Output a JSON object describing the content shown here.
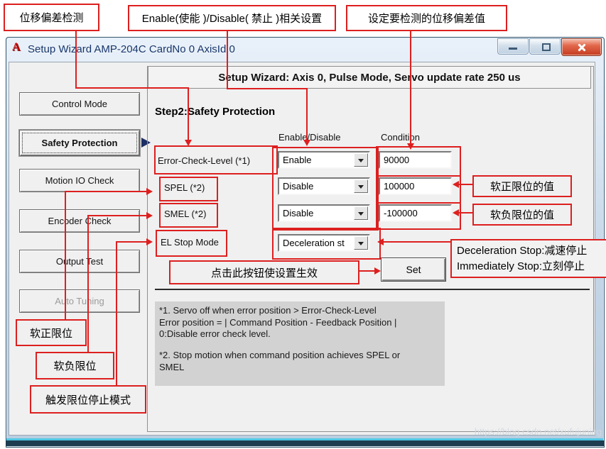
{
  "annotations": {
    "top": [
      {
        "label": "位移偏差检测"
      },
      {
        "label": "Enable(使能 )/Disable( 禁止 )相关设置"
      },
      {
        "label": "设定要检测的位移偏差值"
      }
    ],
    "left": [
      {
        "label": "软正限位"
      },
      {
        "label": "软负限位"
      },
      {
        "label": "触发限位停止模式"
      }
    ],
    "right": [
      {
        "label": "软正限位的值"
      },
      {
        "label": "软负限位的值"
      }
    ],
    "stop_mode_note": "Deceleration  Stop:减速停止\nImmediately  Stop:立刻停止",
    "set_hint": "点击此按钮使设置生效"
  },
  "window": {
    "title": "Setup Wizard AMP-204C CardNo 0 AxisId 0"
  },
  "sidebar": {
    "items": [
      {
        "label": "Control Mode"
      },
      {
        "label": "Safety Protection"
      },
      {
        "label": "Motion IO Check"
      },
      {
        "label": "Encoder Check"
      },
      {
        "label": "Output Test"
      },
      {
        "label": "Auto Tuning"
      }
    ]
  },
  "main": {
    "header": "Setup Wizard: Axis 0, Pulse Mode, Servo update rate 250 us",
    "step_title": "Step2:Safety Protection",
    "columns": {
      "enable": "Enable/Disable",
      "condition": "Condition"
    },
    "rows": [
      {
        "label": "Error-Check-Level (*1)",
        "enable": "Enable",
        "condition": "90000"
      },
      {
        "label": "SPEL (*2)",
        "enable": "Disable",
        "condition": "100000"
      },
      {
        "label": "SMEL (*2)",
        "enable": "Disable",
        "condition": "-100000"
      },
      {
        "label": "EL Stop Mode",
        "enable": "Deceleration st"
      }
    ],
    "set_button": "Set",
    "note1": "*1. Servo off when error position > Error-Check-Level\nError position = | Command Position - Feedback Position |\n0:Disable error check level.",
    "note2": "*2. Stop motion when command position achieves  SPEL or\nSMEL"
  },
  "watermark": "https://blog.csdn.net/xufujuning",
  "colors": {
    "annotation_red": "#dd1f1f",
    "titlebar_text": "#16356a",
    "close_button": "#c33c20",
    "client_bg": "#f0f0f0",
    "note_bg": "#d2d2d2"
  }
}
